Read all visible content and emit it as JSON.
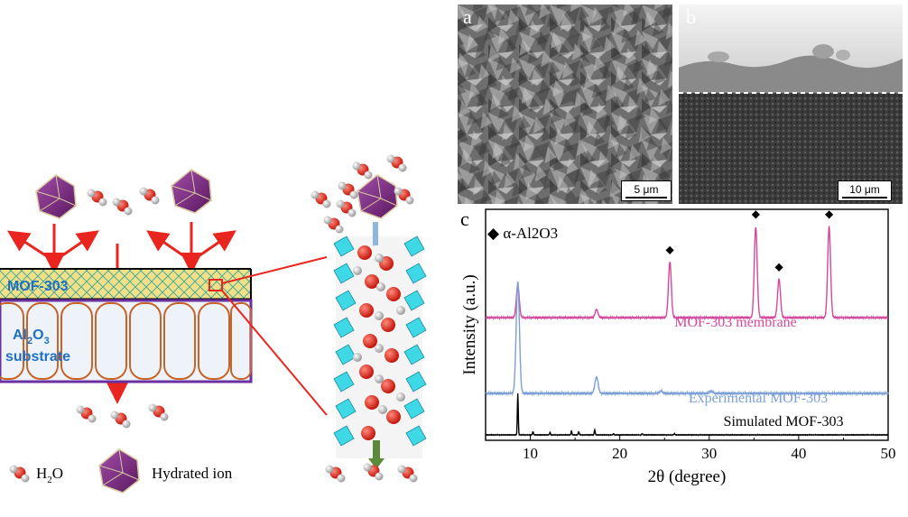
{
  "schematic": {
    "mof_label": "MOF-303",
    "substrate_label_main": "Al",
    "substrate_label_sub1": "2",
    "substrate_label_mid": "O",
    "substrate_label_sub2": "3",
    "substrate_label_line2": "substrate",
    "legend_water": "H",
    "legend_water_sub": "2",
    "legend_water_tail": "O",
    "legend_ion": "Hydrated ion",
    "colors": {
      "mof_layer": "#f2df86",
      "mesh": "#2aa6a0",
      "substrate_fill": "#eef3fa",
      "substrate_pore": "#c8642a",
      "substrate_border": "#6a2fa0",
      "arrow": "#e8251f",
      "ion": "#7a2b7e",
      "label_blue": "#1f6fc4"
    }
  },
  "sem": {
    "a_letter": "a",
    "b_letter": "b",
    "a_scale": "5 μm",
    "b_scale": "10 μm"
  },
  "chart_data": {
    "type": "line",
    "panel_letter": "c",
    "xlabel": "2θ (degree)",
    "ylabel": "Intensity (a.u.)",
    "xlim": [
      5,
      50
    ],
    "xticks": [
      10,
      20,
      30,
      40,
      50
    ],
    "grid": false,
    "legend": "top-left",
    "legend_marker_label": "◆ α-Al2O3",
    "series": [
      {
        "name": "MOF-303 membrane",
        "color": "#d6489c",
        "peaks": [
          [
            8.6,
            0.32
          ],
          [
            17.4,
            0.08
          ],
          [
            25.6,
            0.55
          ],
          [
            35.2,
            0.9
          ],
          [
            37.8,
            0.38
          ],
          [
            43.4,
            0.9
          ]
        ],
        "diamond_peaks": [
          25.6,
          35.2,
          37.8,
          43.4
        ]
      },
      {
        "name": "Experimental MOF-303",
        "color": "#7b9fd6",
        "peaks": [
          [
            8.6,
            0.95
          ],
          [
            17.4,
            0.14
          ],
          [
            24.6,
            0.02
          ],
          [
            30.2,
            0.02
          ]
        ]
      },
      {
        "name": "Simulated MOF-303",
        "color": "#000000",
        "peaks": [
          [
            8.6,
            1.0
          ],
          [
            10.3,
            0.08
          ],
          [
            12.2,
            0.06
          ],
          [
            14.6,
            0.1
          ],
          [
            15.4,
            0.08
          ],
          [
            17.2,
            0.12
          ],
          [
            19.3,
            0.03
          ],
          [
            22.5,
            0.03
          ],
          [
            26.1,
            0.03
          ]
        ]
      }
    ]
  }
}
